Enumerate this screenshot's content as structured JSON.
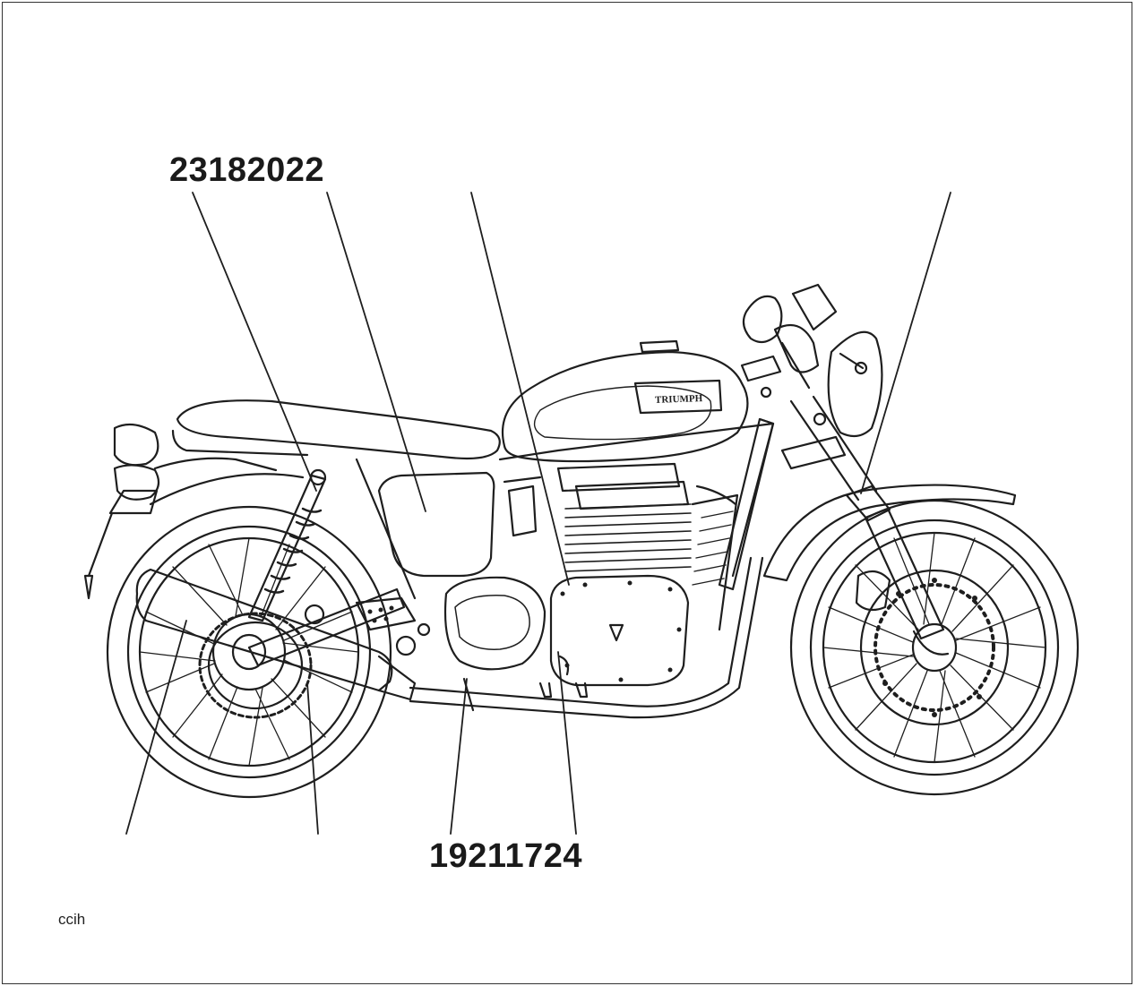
{
  "diagram": {
    "labels": {
      "top_number": "23182022",
      "bottom_number": "19211724",
      "illustration_code": "ccih",
      "tank_badge": "TRIUMPH"
    }
  }
}
